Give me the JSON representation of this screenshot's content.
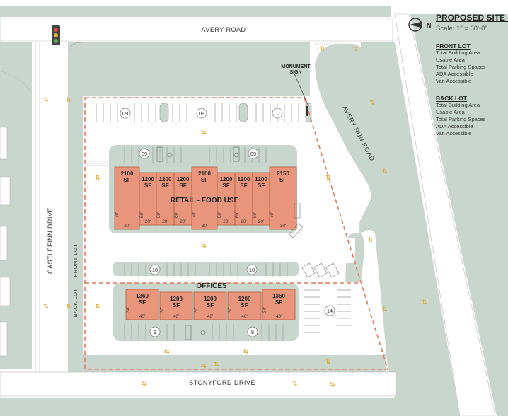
{
  "roads": {
    "avery_road": "AVERY ROAD",
    "avery_run_road": "AVERY RUN ROAD",
    "castlefinn_drive": "CASTLEFINN DRIVE",
    "stonyford_drive": "STONYFORD DRIVE"
  },
  "monument_sign": [
    "MONUMENT",
    "SIGN"
  ],
  "lot_labels": {
    "front": "FRONT LOT",
    "back": "BACK LOT"
  },
  "retail": {
    "title": "RETAIL - FOOD USE",
    "units": [
      {
        "sf": "2100",
        "unit": "SF",
        "depth": "70'",
        "width": "30'"
      },
      {
        "sf": "1200",
        "unit": "SF",
        "depth": "60'",
        "width": "20'"
      },
      {
        "sf": "1200",
        "unit": "SF",
        "depth": "60'",
        "width": "20'"
      },
      {
        "sf": "1200",
        "unit": "SF",
        "depth": "60'",
        "width": "20'"
      },
      {
        "sf": "2100",
        "unit": "SF",
        "depth": "70'",
        "width": "30'"
      },
      {
        "sf": "1200",
        "unit": "SF",
        "depth": "60'",
        "width": "20'"
      },
      {
        "sf": "1200",
        "unit": "SF",
        "depth": "60'",
        "width": "20'"
      },
      {
        "sf": "1200",
        "unit": "SF",
        "depth": "60'",
        "width": "20'"
      },
      {
        "sf": "2150",
        "unit": "SF",
        "depth": "70'",
        "width": "30'"
      }
    ]
  },
  "offices": {
    "title": "OFFICES",
    "units": [
      {
        "sf": "1360",
        "unit": "SF",
        "depth": "34'",
        "width": "40'"
      },
      {
        "sf": "1200",
        "unit": "SF",
        "depth": "30'",
        "width": "40'"
      },
      {
        "sf": "1200",
        "unit": "SF",
        "depth": "30'",
        "width": "40'"
      },
      {
        "sf": "1200",
        "unit": "SF",
        "depth": "30'",
        "width": "40'"
      },
      {
        "sf": "1360",
        "unit": "SF",
        "depth": "34'",
        "width": "40'"
      }
    ]
  },
  "stall_counts": {
    "top_a": "09",
    "top_b": "08",
    "top_c": "07",
    "mid_a": "09",
    "mid_b": "09",
    "low_a": "10",
    "low_b": "10",
    "bot_a": "9",
    "bot_b": "8",
    "right": "14"
  },
  "legend": {
    "title": "PROPOSED SITE PLAN",
    "scale": "Scale: 1\" = 60'-0\"",
    "front_lot": {
      "heading": "FRONT LOT",
      "rows": [
        "Total Building Area",
        "Usable Area",
        "Total Parking Spaces",
        "ADA Accessible",
        "Van Accessible"
      ]
    },
    "back_lot": {
      "heading": "BACK LOT",
      "rows": [
        "Total Building Area",
        "Usable Area",
        "Total Parking Spaces",
        "ADA Accessible",
        "Van Accessible"
      ]
    }
  },
  "north_label": "N",
  "colors": {
    "paving": "#ffffff",
    "landscape": "#c8d6ce",
    "building": "#e9957b",
    "building_stroke": "#b25a3e",
    "lot_line": "#e07a5a",
    "arrows": "#e0a020"
  }
}
